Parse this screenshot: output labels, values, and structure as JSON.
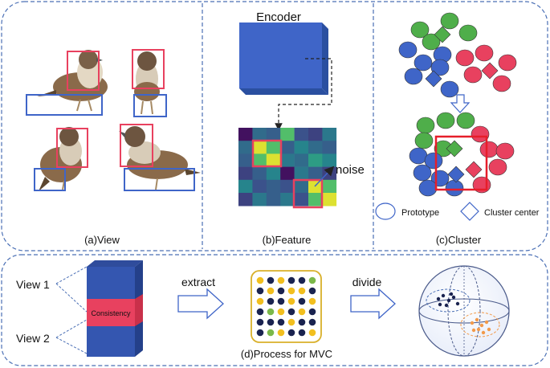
{
  "panels": {
    "view_caption": "(a)View",
    "feature_caption": "(b)Feature",
    "cluster_caption": "(c)Cluster",
    "process_caption": "(d)Process for MVC"
  },
  "feature": {
    "encoder_label": "Encoder",
    "noise_label": "noise",
    "heatmap_rows": [
      [
        0.05,
        0.35,
        0.3,
        0.7,
        0.25,
        0.2,
        0.4
      ],
      [
        0.35,
        0.95,
        0.7,
        0.3,
        0.45,
        0.35,
        0.3
      ],
      [
        0.3,
        0.7,
        0.95,
        0.4,
        0.35,
        0.55,
        0.45
      ],
      [
        0.2,
        0.3,
        0.45,
        0.05,
        0.4,
        0.3,
        0.2
      ],
      [
        0.45,
        0.25,
        0.3,
        0.25,
        0.35,
        0.95,
        0.7
      ],
      [
        0.2,
        0.4,
        0.3,
        0.4,
        0.25,
        0.7,
        0.95
      ]
    ]
  },
  "cluster": {
    "legend_prototype": "Prototype",
    "legend_center": "Cluster center"
  },
  "process": {
    "view1_label": "View 1",
    "view2_label": "View 2",
    "consistency_label": "Consistency",
    "extract_label": "extract",
    "divide_label": "divide",
    "dot_grid": [
      [
        "y",
        "n",
        "y",
        "n",
        "n",
        "g"
      ],
      [
        "n",
        "y",
        "n",
        "y",
        "y",
        "n"
      ],
      [
        "y",
        "n",
        "n",
        "y",
        "n",
        "y"
      ],
      [
        "n",
        "g",
        "y",
        "n",
        "y",
        "n"
      ],
      [
        "n",
        "n",
        "n",
        "y",
        "n",
        "n"
      ],
      [
        "n",
        "g",
        "y",
        "n",
        "n",
        "y"
      ]
    ]
  },
  "colors": {
    "blue": "#3f65c8",
    "green": "#4fae4a",
    "red": "#e8415f",
    "dash": "#4a6fb5",
    "dot_navy": "#1a2350",
    "dot_yellow": "#f2bf1f",
    "dot_green": "#7bb84a",
    "orange": "#f29a4a"
  }
}
